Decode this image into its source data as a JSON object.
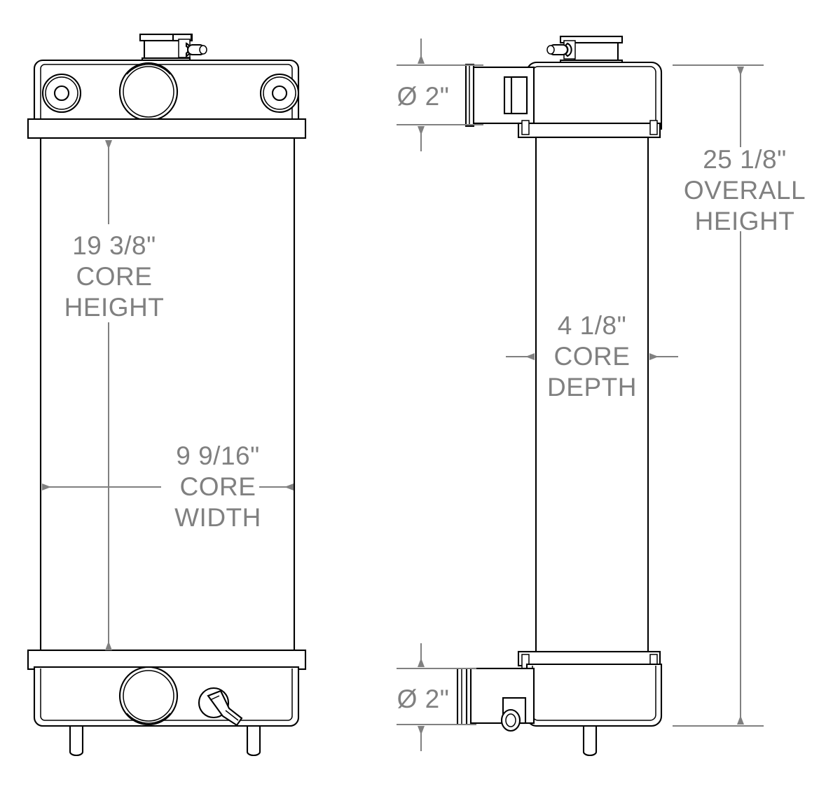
{
  "drawing": {
    "type": "engineering-dimension-drawing",
    "subject": "radiator",
    "views": [
      {
        "name": "front-view",
        "label": ""
      },
      {
        "name": "side-view",
        "label": ""
      }
    ]
  },
  "dimensions": {
    "core_height": {
      "value": "19 3/8\"",
      "label_line1": "CORE",
      "label_line2": "HEIGHT",
      "name": "core-height-dimension"
    },
    "core_width": {
      "value": "9 9/16\"",
      "label_line1": "CORE",
      "label_line2": "WIDTH",
      "name": "core-width-dimension"
    },
    "overall_height": {
      "value": "25 1/8\"",
      "label_line1": "OVERALL",
      "label_line2": "HEIGHT",
      "name": "overall-height-dimension"
    },
    "core_depth": {
      "value": "4 1/8\"",
      "label_line1": "CORE",
      "label_line2": "DEPTH",
      "name": "core-depth-dimension"
    },
    "inlet_diameter": {
      "value": "Ø 2\"",
      "name": "inlet-diameter-dimension"
    },
    "outlet_diameter": {
      "value": "Ø 2\"",
      "name": "outlet-diameter-dimension"
    }
  },
  "colors": {
    "part_outline": "#000000",
    "dimension": "#808080",
    "background": "#ffffff"
  }
}
